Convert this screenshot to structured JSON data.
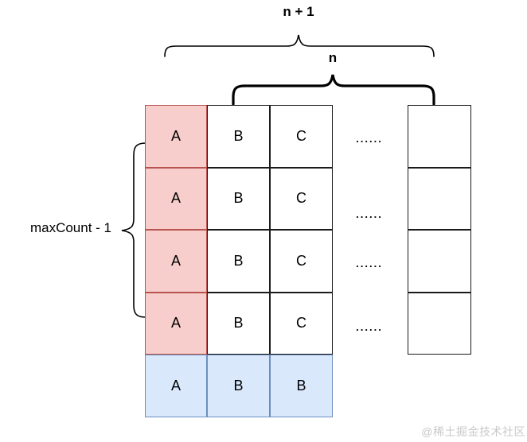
{
  "diagram": {
    "top_brace_label": "n + 1",
    "inner_brace_label": "n",
    "row_brace_label": "maxCount - 1",
    "ellipsis": "......",
    "grid": {
      "rows": [
        {
          "cells": [
            "A",
            "B",
            "C"
          ]
        },
        {
          "cells": [
            "A",
            "B",
            "C"
          ]
        },
        {
          "cells": [
            "A",
            "B",
            "C"
          ]
        },
        {
          "cells": [
            "A",
            "B",
            "C"
          ]
        }
      ],
      "right_column": [
        "",
        "",
        "",
        ""
      ],
      "bottom_row": [
        "A",
        "B",
        "B"
      ]
    },
    "colors": {
      "red_fill": "#f8cecc",
      "red_stroke": "#b85450",
      "blue_fill": "#dae8fc",
      "blue_stroke": "#6c8ebf",
      "line": "#000000"
    }
  },
  "watermark": "@稀土掘金技术社区"
}
